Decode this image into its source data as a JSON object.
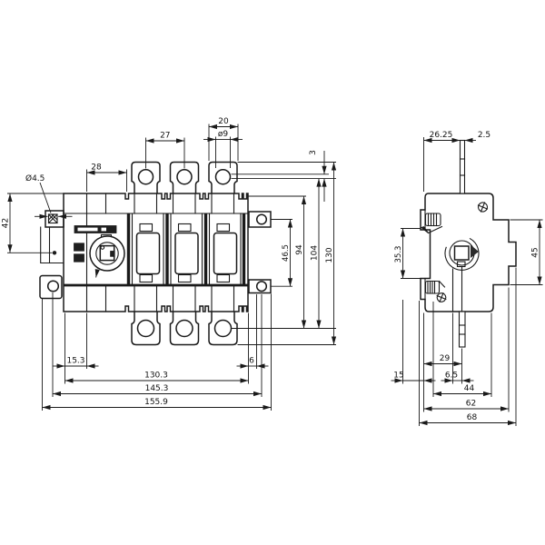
{
  "front": {
    "d20": "20",
    "d27": "27",
    "dhole": "ø9",
    "d28": "28",
    "d3": "3",
    "dbracket_hole": "Ø4.5",
    "d42": "42",
    "d46_5": "46.5",
    "d94": "94",
    "d104": "104",
    "d130": "130",
    "d15_3": "15.3",
    "d6": "6",
    "d130_3": "130.3",
    "d145_3": "145.3",
    "d155_9": "155.9"
  },
  "side": {
    "d26_25": "26.25",
    "d2_5": "2.5",
    "d35_3": "35.3",
    "d45": "45",
    "d29": "29",
    "d15": "15",
    "d6_5": "6.5",
    "d44": "44",
    "d62": "62",
    "d68": "68"
  }
}
